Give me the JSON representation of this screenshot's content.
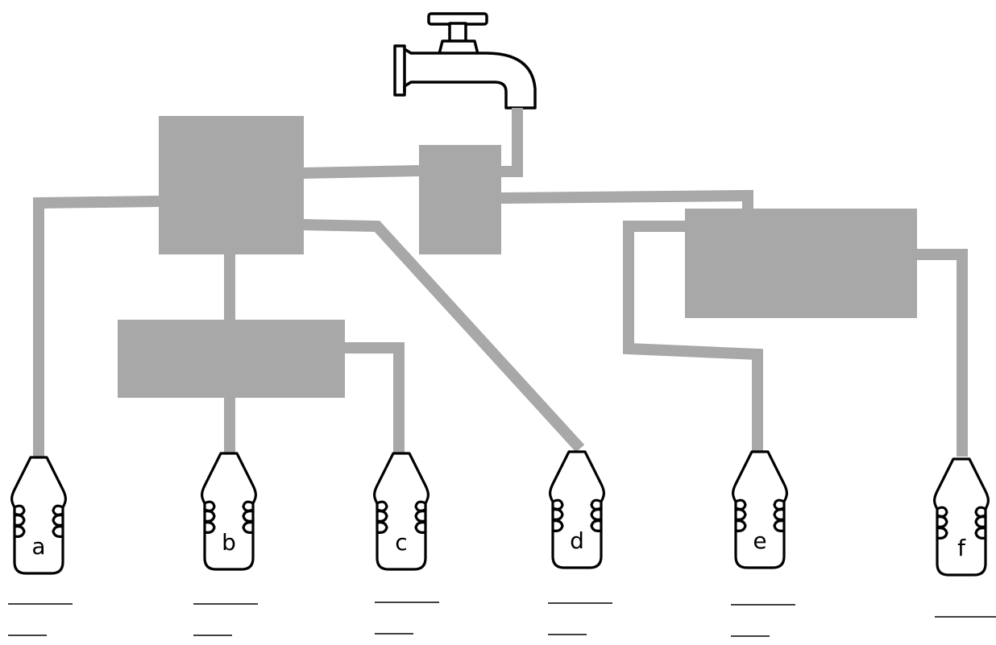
{
  "colors": {
    "pipe": "#a8a8a8",
    "box": "#a8a8a8",
    "outline": "#000000",
    "background": "#ffffff"
  },
  "faucet": {
    "icon": "faucet-icon"
  },
  "bottles": [
    {
      "label": "a",
      "icon": "bottle-icon"
    },
    {
      "label": "b",
      "icon": "bottle-icon"
    },
    {
      "label": "c",
      "icon": "bottle-icon"
    },
    {
      "label": "d",
      "icon": "bottle-icon"
    },
    {
      "label": "e",
      "icon": "bottle-icon"
    },
    {
      "label": "f",
      "icon": "bottle-icon"
    }
  ]
}
